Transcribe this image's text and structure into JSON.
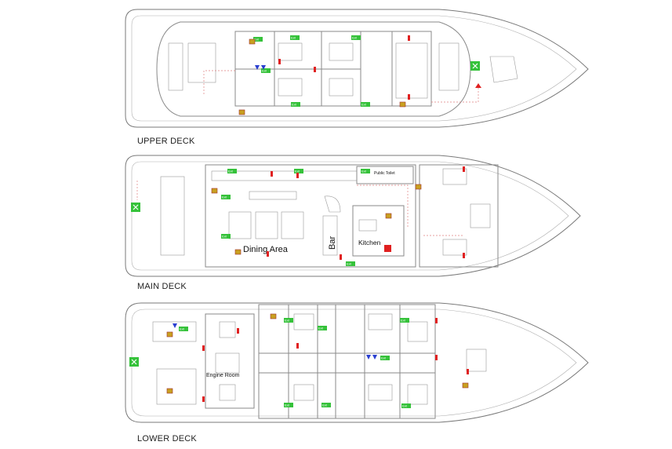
{
  "decks": [
    {
      "label": "UPPER DECK",
      "rooms": []
    },
    {
      "label": "MAIN DECK",
      "rooms": [
        {
          "label": "Dining Area"
        },
        {
          "label": "Bar"
        },
        {
          "label": "Kitchen"
        },
        {
          "label": "Public Toilet"
        }
      ]
    },
    {
      "label": "LOWER DECK",
      "rooms": [
        {
          "label": "Engine Room"
        }
      ]
    }
  ],
  "signage": {
    "exit_label": "Exit",
    "colors": {
      "exit": "#35c23a",
      "fire_equipment": "#e02020",
      "life_jacket": "#c8a020",
      "first_aid": "#2a3fd0"
    }
  }
}
